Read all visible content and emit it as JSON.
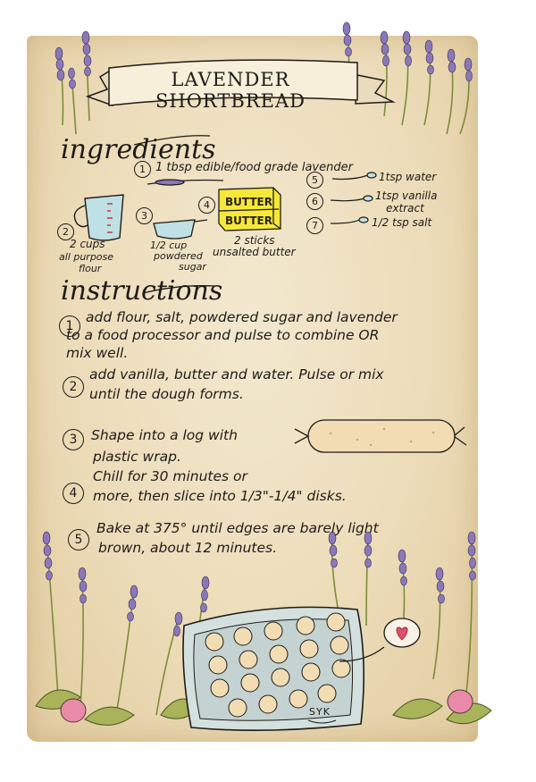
{
  "title": "LAVENDER SHORTBREAD",
  "ingredients_heading": "ingredients",
  "instructions_heading": "instructions",
  "ingredients": [
    {
      "num": "1",
      "text": "1 tbsp edible/food grade lavender"
    },
    {
      "num": "2",
      "line1": "2 cups",
      "line2": "all purpose",
      "line3": "flour"
    },
    {
      "num": "3",
      "line1": "1/2 cup",
      "line2": "powdered",
      "line3": "sugar"
    },
    {
      "num": "4",
      "line1": "2 sticks",
      "line2": "unsalted butter",
      "butter_text": "BUTTER"
    },
    {
      "num": "5",
      "text": "1tsp water"
    },
    {
      "num": "6",
      "line1": "1tsp vanilla",
      "line2": "extract"
    },
    {
      "num": "7",
      "text": "1/2 tsp salt"
    }
  ],
  "steps": [
    {
      "num": "1",
      "line1": "add flour, salt, powdered sugar and lavender",
      "line2": "to a food processor and pulse to combine OR",
      "line3": "mix well."
    },
    {
      "num": "2",
      "line1": "add vanilla, butter and water. Pulse or mix",
      "line2": "until the dough forms."
    },
    {
      "num": "3",
      "line1": "Shape into a log with",
      "line2": "plastic wrap."
    },
    {
      "num": "4",
      "line1": "Chill for 30 minutes or",
      "line2": "more, then slice into 1/3\"-1/4\" disks."
    },
    {
      "num": "5",
      "line1": "Bake at 375° until edges are barely light",
      "line2": "brown, about 12 minutes."
    }
  ],
  "signature": "SYK",
  "colors": {
    "paper": "#ecdcb9",
    "lavender": "#8a78b8",
    "stem": "#7c8c3a",
    "butter": "#f5e83a",
    "cup": "#bfe0e4",
    "measure_red": "#d0403a",
    "heart": "#e0506a",
    "ink": "#1e1b18"
  }
}
